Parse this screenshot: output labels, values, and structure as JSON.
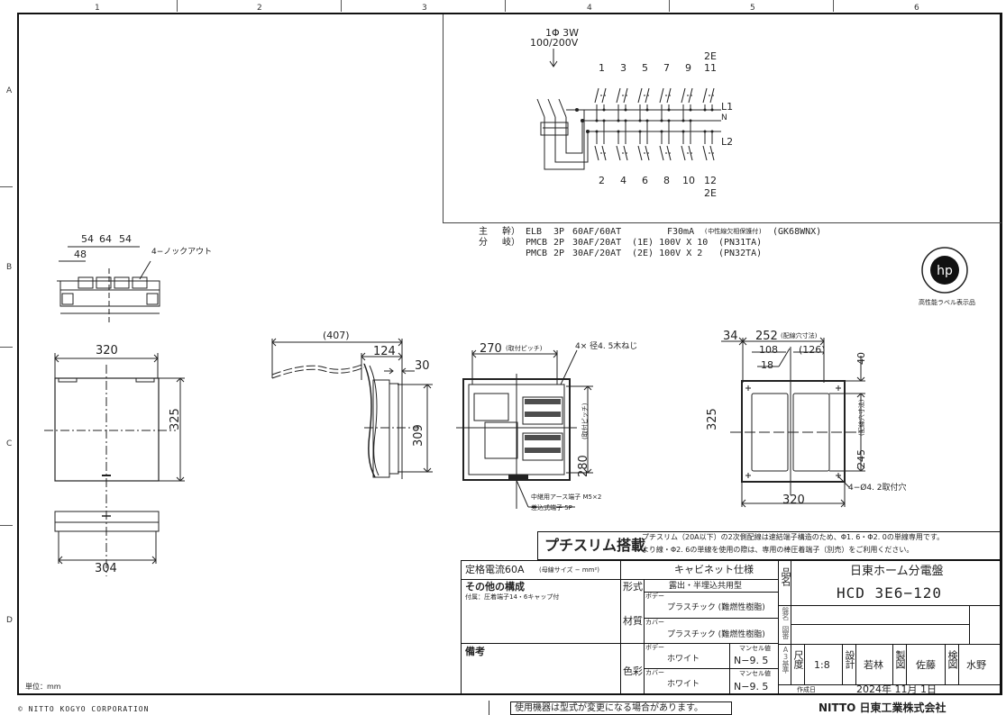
{
  "sheet": {
    "columns": [
      "1",
      "2",
      "3",
      "4",
      "5",
      "6"
    ],
    "rows": [
      "A",
      "B",
      "C",
      "D"
    ],
    "unit_label": "単位：mm",
    "copyright": "© NITTO KOGYO CORPORATION",
    "notice": "使用機器は型式が変更になる場合があります。",
    "company_logo_text": "NITTO 日東工業株式会社"
  },
  "schematic": {
    "supply_phase": "1Φ 3W",
    "supply_voltage": "100/200V",
    "top_circuit_numbers": [
      "1",
      "3",
      "5",
      "7",
      "9",
      "11"
    ],
    "top_2e_label": "2E",
    "bottom_circuit_numbers": [
      "2",
      "4",
      "6",
      "8",
      "10",
      "12"
    ],
    "bottom_2e_label": "2E",
    "bus_labels": {
      "l1": "L1",
      "n": "N",
      "l2": "L2"
    }
  },
  "parts_list": {
    "main_label_1": "主",
    "main_label_2": "幹）",
    "branch_label_1": "分",
    "branch_label_2": "岐）",
    "rows": [
      {
        "type": "ELB",
        "poles": "3P",
        "rating": "60AF/60AT",
        "extra": "F30mA",
        "note": "(中性線欠相保護付)",
        "model": "(GK68WNX)"
      },
      {
        "type": "PMCB",
        "poles": "2P",
        "rating": "30AF/20AT",
        "extra": "(1E) 100V X 10",
        "note": "",
        "model": "(PN31TA)"
      },
      {
        "type": "PMCB",
        "poles": "2P",
        "rating": "30AF/20AT",
        "extra": "(2E) 100V X  2",
        "note": "",
        "model": "(PN32TA)"
      }
    ]
  },
  "hp_label": {
    "badge_text": "hp",
    "caption": "高性能ラベル表示品"
  },
  "views": {
    "top_view": {
      "dim_54a": "54",
      "dim_64": "64",
      "dim_54b": "54",
      "dim_48": "48",
      "knockout_label": "4−ノックアウト"
    },
    "front_view": {
      "width": "320",
      "height": "325"
    },
    "bottom_view": {
      "width": "304"
    },
    "side_view": {
      "door_open": "(407)",
      "depth": "124",
      "flange": "30",
      "height": "309"
    },
    "interior_view": {
      "pitch_h": "270",
      "pitch_h_note": "(取付ピッチ)",
      "pitch_v": "280",
      "pitch_v_note": "(取付ピッチ)",
      "screw_note": "4× 径4. 5木ねじ",
      "earth_note_1": "中継用アース端子  M5×2",
      "earth_note_2": "差込式端子  5P"
    },
    "back_view": {
      "dim_34": "34",
      "dim_252": "252",
      "dim_252_note": "(配線穴寸法)",
      "dim_108": "108",
      "dim_126": "(126)",
      "dim_18": "18",
      "dim_40": "40",
      "dim_245": "245",
      "dim_245_note": "(配線穴寸法)",
      "dim_325": "325",
      "dim_320": "320",
      "hole_note": "4−Ø4. 2取付穴"
    }
  },
  "petit_slim": {
    "title": "プチスリム搭載",
    "line1": "プチスリム（20A以下）の2次側配線は速結端子構造のため、Φ1. 6・Φ2. 0の単線専用です。",
    "line2": "より線・Φ2. 6の単線を使用の際は、専用の棒圧着端子（別売）をご利用ください。"
  },
  "spec_table": {
    "rated_current": "定格電流60A",
    "busbar_note": "(母線サイズ  −  mm²)",
    "cabinet_header": "キャビネット仕様",
    "other_header": "その他の構成",
    "accessory": "付属：圧着端子14・6キャップ付",
    "remarks_header": "備考",
    "form_label": "形式",
    "form_value": "露出・半埋込共用型",
    "material_label": "材質",
    "body_label": "ボデー",
    "cover_label": "カバー",
    "body_material": "プラスチック  (難燃性樹脂)",
    "cover_material": "プラスチック  (難燃性樹脂)",
    "color_label": "色彩",
    "body_color": "ホワイト",
    "cover_color": "ホワイト",
    "munsell_label": "マンセル値",
    "body_munsell": "N−9. 5",
    "cover_munsell": "N−9. 5"
  },
  "title_block": {
    "product_name_label": "品名",
    "product_name": "日東ホーム分電盤",
    "model": "HCD  3E6−120",
    "panel_name_label": "盤名",
    "drawing_no_label": "図番",
    "standard_label": "A3基準",
    "scale_label": "尺度",
    "scale": "1:8",
    "design_label": "設計",
    "designer": "若林",
    "draft_label": "製図",
    "drafter": "佐藤",
    "check_label": "検図",
    "checker": "水野",
    "created_label": "作成日",
    "created_date": "2024年  11月   1日"
  }
}
